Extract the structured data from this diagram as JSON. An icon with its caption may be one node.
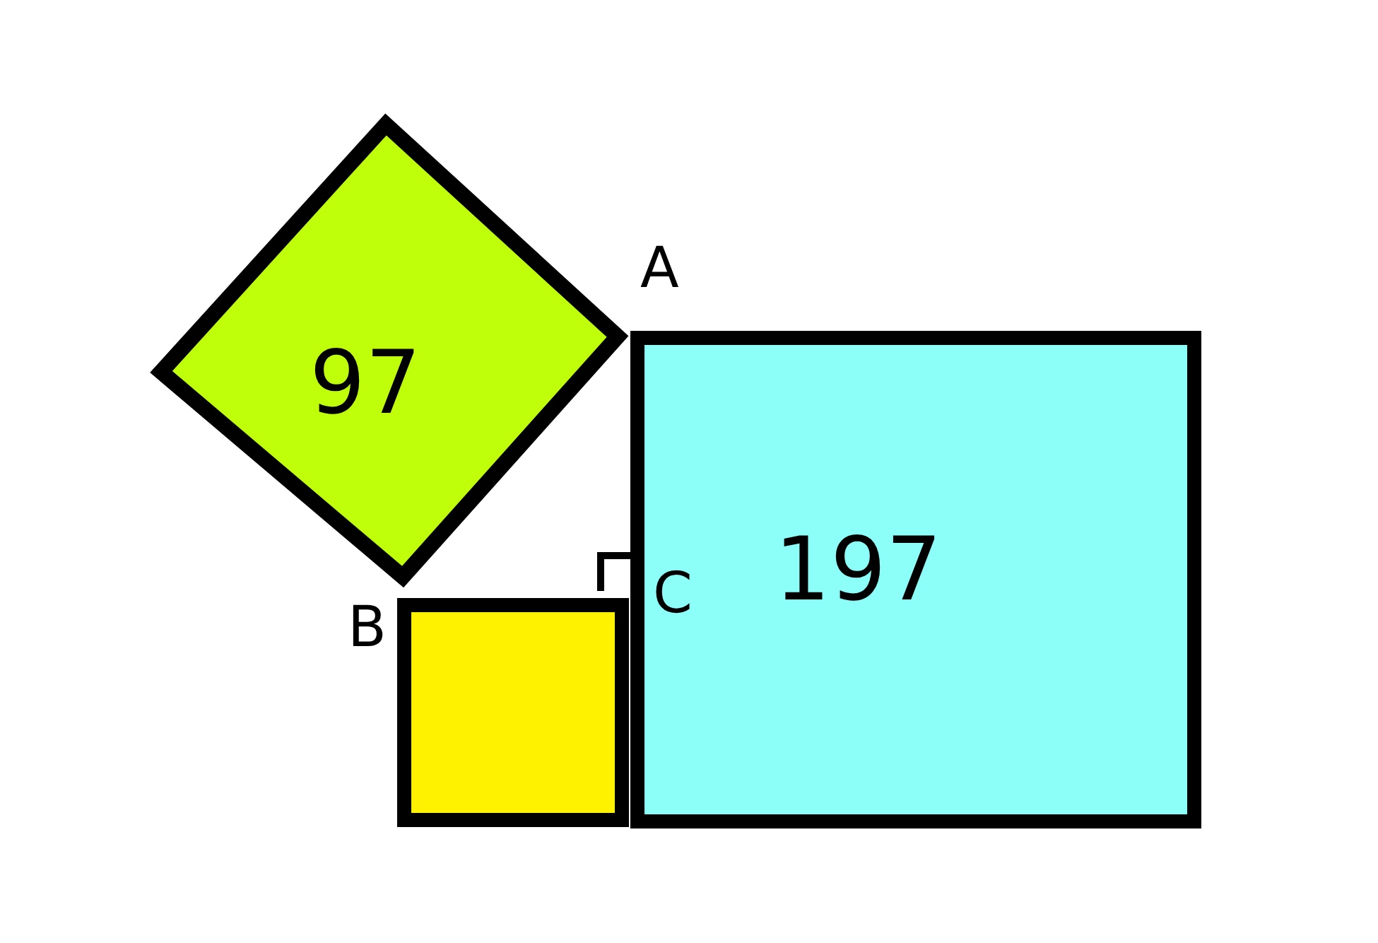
{
  "diagram": {
    "nodes": [
      {
        "text": [
          "97"
        ]
      },
      {
        "text": [
          "197"
        ]
      },
      {
        "text": [],
        "shape": "box"
      }
    ],
    "labels": [
      "A",
      "B",
      "C"
    ]
  }
}
